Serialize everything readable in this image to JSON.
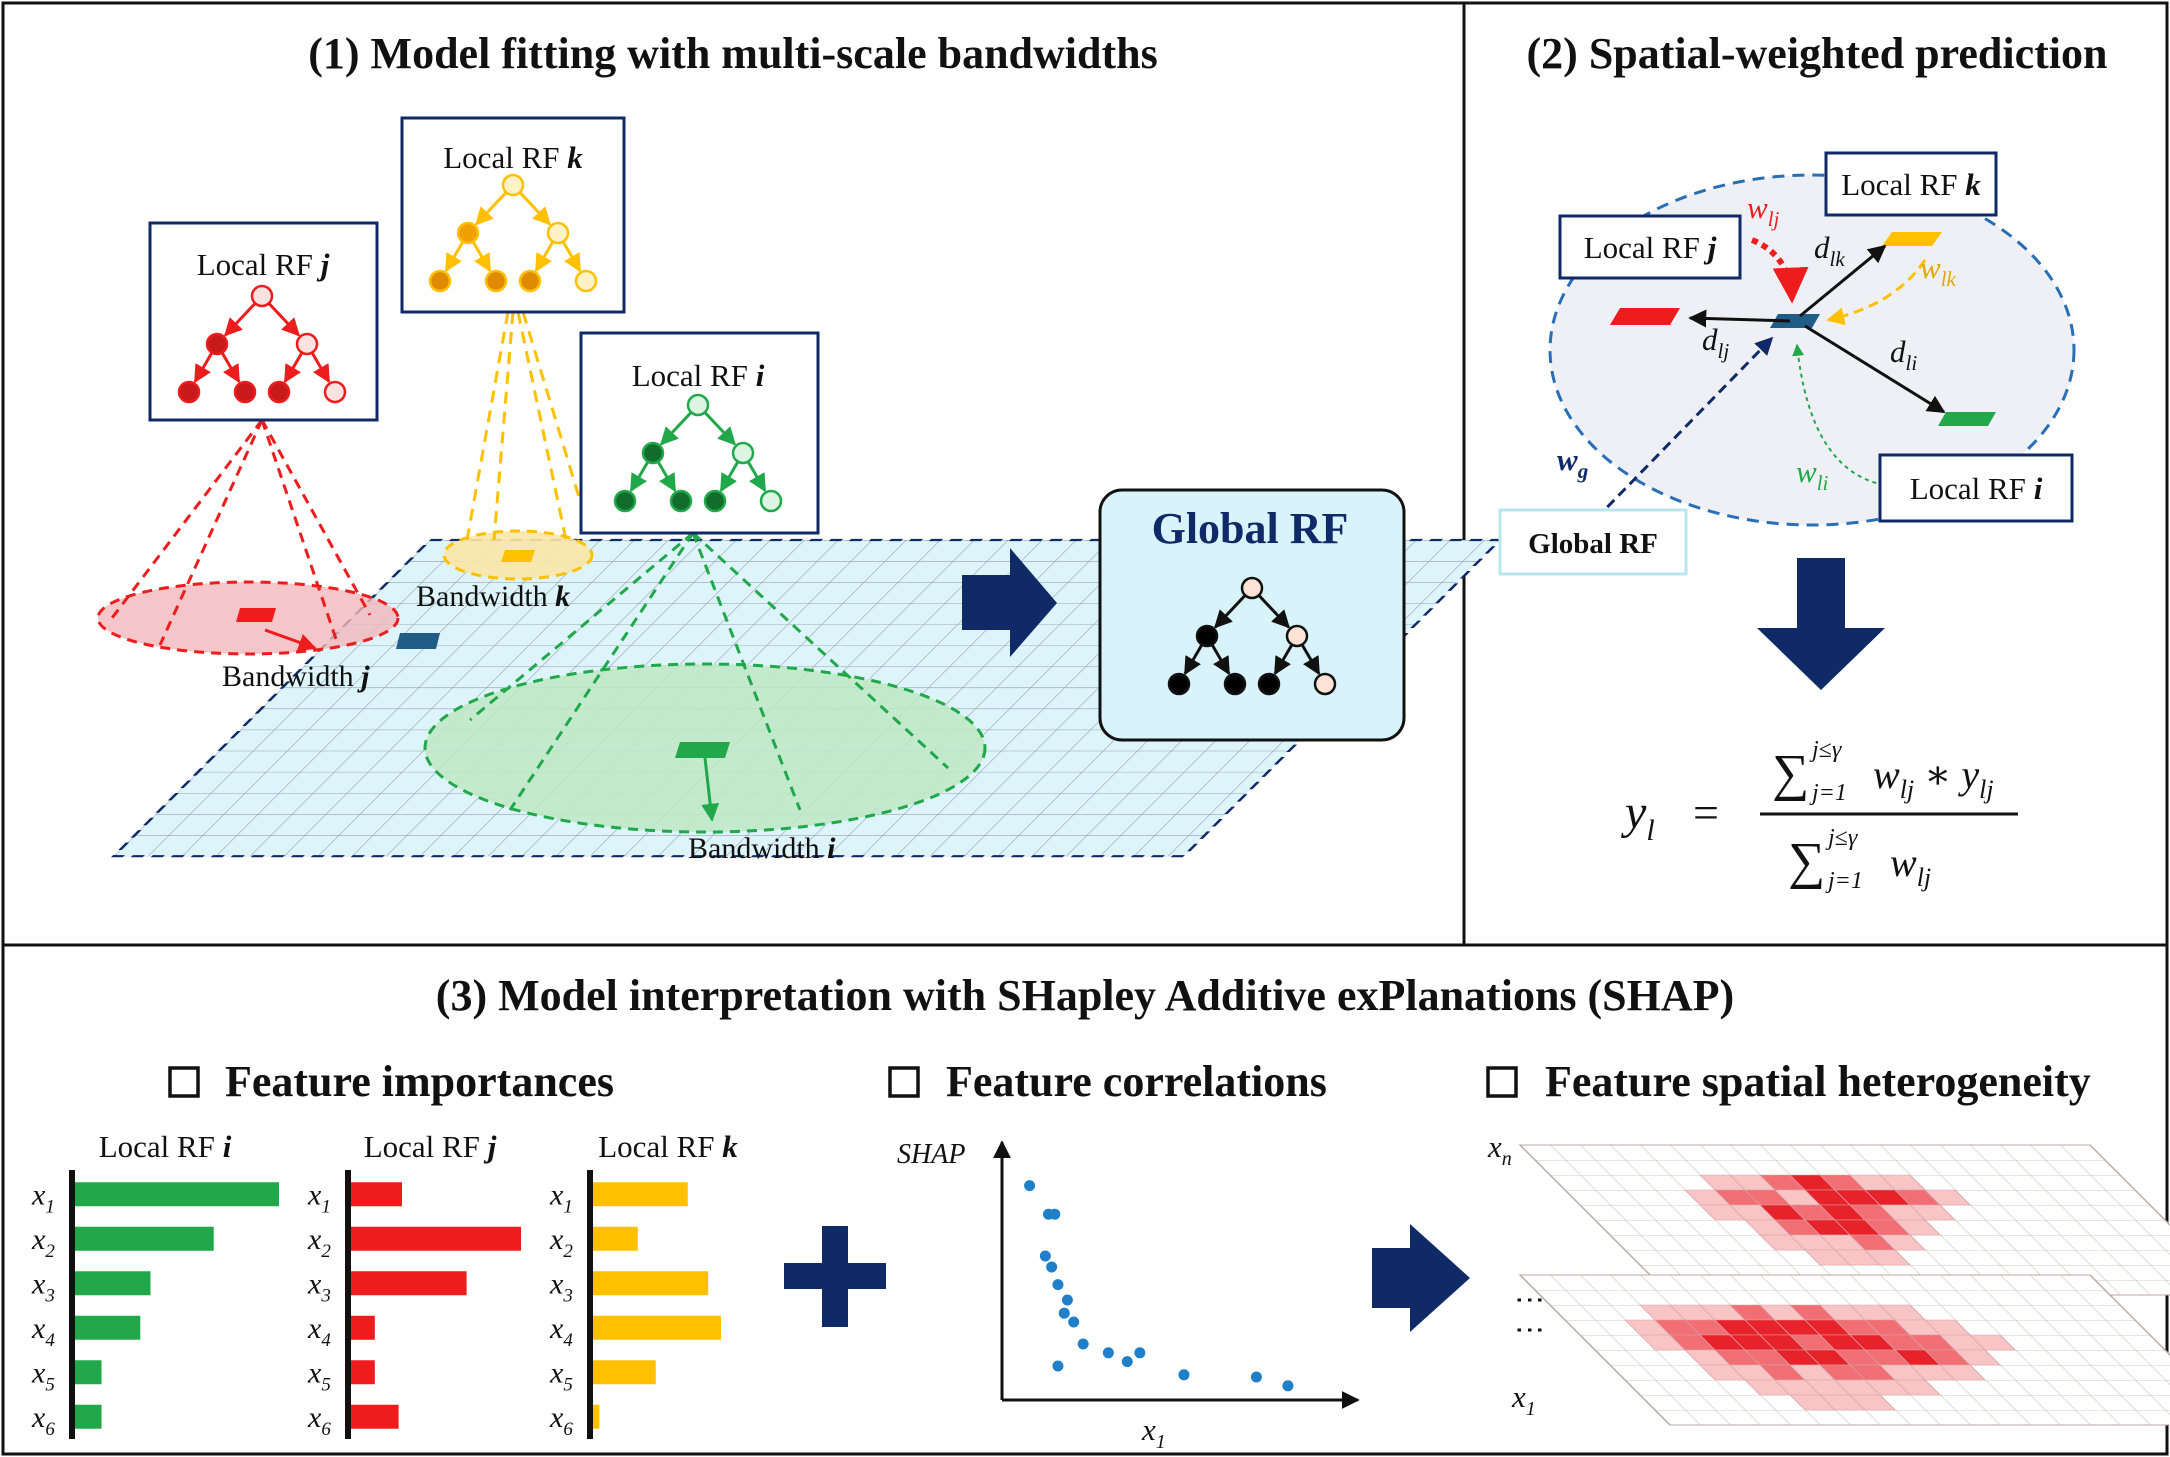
{
  "panel1": {
    "title": "(1) Model fitting with multi-scale bandwidths",
    "local_rf_j": "Local RF ",
    "local_rf_k": "Local RF ",
    "local_rf_i": "Local RF ",
    "var_j": "j",
    "var_k": "k",
    "var_i": "i",
    "bandwidth_j": "Bandwidth ",
    "bandwidth_k": "Bandwidth ",
    "bandwidth_i": "Bandwidth ",
    "global_rf": "Global RF"
  },
  "panel2": {
    "title": "(2) Spatial-weighted prediction",
    "local_rf_k": "Local RF ",
    "local_rf_j": "Local RF ",
    "local_rf_i": "Local RF ",
    "var_j": "j",
    "var_k": "k",
    "var_i": "i",
    "global_rf": "Global RF",
    "w_lj": "w",
    "w_lk": "w",
    "w_li": "w",
    "w_g": "w",
    "sub_lj": "lj",
    "sub_lk": "lk",
    "sub_li": "li",
    "sub_g": "g",
    "d": "d",
    "formula": {
      "lhs": "y",
      "lhs_sub": "l",
      "equals": "=",
      "sigma": "∑",
      "sup": "j≤γ",
      "sub": "j=1",
      "num_term": "w",
      "num_term_sub": "lj",
      "times": "∗",
      "num_y": "y",
      "num_y_sub": "lj",
      "den_term": "w",
      "den_term_sub": "lj"
    }
  },
  "panel3": {
    "title": "(3) Model interpretation with SHapley Additive exPlanations (SHAP)",
    "section_importances": "Feature importances",
    "section_correlations": "Feature correlations",
    "section_heterogeneity": "Feature spatial heterogeneity",
    "chart_i_title": "Local RF ",
    "chart_j_title": "Local RF ",
    "chart_k_title": "Local RF ",
    "var_i": "i",
    "var_j": "j",
    "var_k": "k",
    "x": "x",
    "feature_subs": [
      "1",
      "2",
      "3",
      "4",
      "5",
      "6"
    ],
    "shap_label": "SHAP",
    "x1_sub": "1",
    "xn_sub": "n",
    "dots": "⋮⋮"
  },
  "colors": {
    "green": "#20a84a",
    "red": "#ee1c1c",
    "yellow": "#ffc000",
    "navy": "#0f2a66",
    "blue_dot": "#1f7fc8",
    "global_fill": "#d9f3fb"
  },
  "chart_data": [
    {
      "type": "bar",
      "title": "Local RF i",
      "categories": [
        "x1",
        "x2",
        "x3",
        "x4",
        "x5",
        "x6"
      ],
      "values": [
        1.0,
        0.68,
        0.37,
        0.32,
        0.13,
        0.13
      ],
      "color": "#20a84a"
    },
    {
      "type": "bar",
      "title": "Local RF j",
      "categories": [
        "x1",
        "x2",
        "x3",
        "x4",
        "x5",
        "x6"
      ],
      "values": [
        0.3,
        1.0,
        0.68,
        0.14,
        0.14,
        0.28
      ],
      "color": "#ee1c1c"
    },
    {
      "type": "bar",
      "title": "Local RF k",
      "categories": [
        "x1",
        "x2",
        "x3",
        "x4",
        "x5",
        "x6"
      ],
      "values": [
        0.74,
        0.35,
        0.9,
        1.0,
        0.49,
        0.05
      ],
      "color": "#ffc000"
    },
    {
      "type": "scatter",
      "xlabel": "x1",
      "ylabel": "SHAP",
      "points": [
        [
          0.04,
          0.92
        ],
        [
          0.1,
          0.79
        ],
        [
          0.12,
          0.79
        ],
        [
          0.09,
          0.6
        ],
        [
          0.11,
          0.55
        ],
        [
          0.13,
          0.47
        ],
        [
          0.16,
          0.4
        ],
        [
          0.15,
          0.34
        ],
        [
          0.18,
          0.3
        ],
        [
          0.21,
          0.2
        ],
        [
          0.29,
          0.16
        ],
        [
          0.35,
          0.12
        ],
        [
          0.39,
          0.16
        ],
        [
          0.13,
          0.1
        ],
        [
          0.53,
          0.06
        ],
        [
          0.76,
          0.05
        ],
        [
          0.86,
          0.01
        ]
      ]
    }
  ]
}
